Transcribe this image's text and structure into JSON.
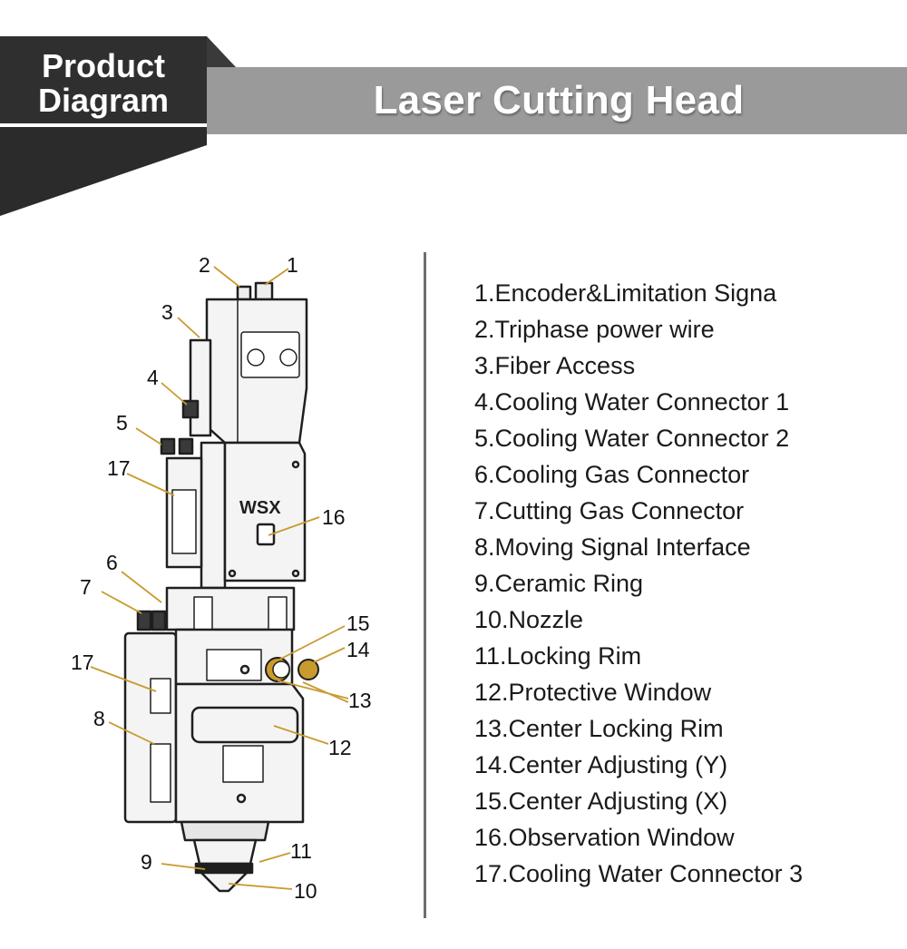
{
  "header": {
    "badge_line1": "Product",
    "badge_line2": "Diagram",
    "title": "Laser Cutting Head"
  },
  "diagram": {
    "logo_text": "WSX",
    "callouts": [
      "1",
      "2",
      "3",
      "4",
      "5",
      "6",
      "7",
      "8",
      "9",
      "10",
      "11",
      "12",
      "13",
      "14",
      "15",
      "16",
      "17"
    ],
    "colors": {
      "accent_gold": "#c99a2e",
      "outline": "#1f1f1f",
      "body": "#f4f4f4"
    }
  },
  "legend": {
    "items": [
      "1.Encoder&Limitation Signa",
      "2.Triphase power wire",
      "3.Fiber Access",
      "4.Cooling Water Connector 1",
      "5.Cooling Water Connector 2",
      "6.Cooling Gas Connector",
      "7.Cutting Gas Connector",
      "8.Moving Signal Interface",
      "9.Ceramic Ring",
      "10.Nozzle",
      "11.Locking Rim",
      "12.Protective Window",
      "13.Center Locking Rim",
      "14.Center Adjusting (Y)",
      "15.Center Adjusting (X)",
      "16.Observation Window",
      "17.Cooling Water Connector 3"
    ]
  }
}
